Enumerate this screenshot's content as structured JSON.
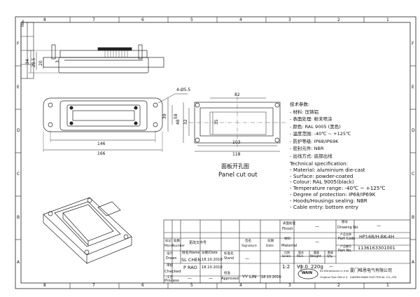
{
  "border": {
    "top_columns": [
      "8",
      "7",
      "6",
      "5",
      "4",
      "3",
      "2",
      "1"
    ],
    "bottom_columns": [
      "8",
      "7",
      "6",
      "5",
      "4",
      "3",
      "2",
      "1"
    ],
    "left_rows": [
      "F",
      "E",
      "D",
      "C",
      "B",
      "A"
    ],
    "right_rows": [
      "F",
      "E",
      "D",
      "C",
      "B",
      "A"
    ],
    "corner_label": "Rev."
  },
  "views": {
    "side_dims": [
      "34",
      "28.5",
      "20",
      "3"
    ],
    "top_dims": {
      "hole_callout": "4-Ø5.5",
      "overall_length": "166",
      "hole_pitch": "146",
      "width_outer": "58",
      "width_inner": "39"
    },
    "cutout_dims": {
      "top": "82",
      "left_outer": "48",
      "left_inner": "32",
      "inner_height": "35",
      "bottom_inner": "103",
      "bottom_outer": "118"
    },
    "cutout_caption_zh": "面板开孔图",
    "cutout_caption_en": "Panel cut out"
  },
  "notes": {
    "zh_title": "技术参数:",
    "zh_lines": [
      "- 材料: 压铸铝",
      "- 表面处理: 粉末喷涂",
      "- 颜色: RAL 9005 (黑色)",
      "- 温度范围: -40℃ ~ +125℃",
      "- 防护等级: IP68/IP69K",
      "- 密封元件: NBR",
      "- 出线方式: 底部出线"
    ],
    "en_title": "Technical specification:",
    "en_lines": [
      "- Material: aluminium die-cast",
      "- Surface: powder-coated",
      "- Colour: RAL 9005(black)",
      "- Temperature range: -40℃ ~ +125℃",
      "- Degree of protection: IP68/IP69K",
      "- Hoods/Housings sealing: NBR",
      "- Cable entry: bottom entry"
    ]
  },
  "title_block": {
    "finish_zh": "表面处理",
    "finish_en": "Finish",
    "finish_value": "—",
    "material_zh": "材料",
    "material_en": "Material",
    "material_value": "—",
    "drawing_no_zh": "图号",
    "drawing_no_en": "Drawing No.",
    "drawing_no_value": "—",
    "part_code_zh": "产品名称",
    "part_code_en": "Part Code",
    "part_code_value": "HP16B/H-BK-4H",
    "part_no_zh": "产品编号",
    "part_no_en": "Part No.",
    "part_no_value": "1136163301001",
    "scale_zh": "比例",
    "scale_en": "Scale",
    "scale_value": "1:2",
    "rev_zh": "版本",
    "rev_en": "REV.",
    "rev_value": "V1.0",
    "weight_zh": "重量",
    "weight_en": "Weight",
    "weight_value": "220g",
    "qty_zh": "数量",
    "qty_en": "Qty.",
    "qty_value": "—",
    "change_headers": {
      "mark_zh": "标记",
      "mark_en": "Mark",
      "number_zh": "处数",
      "number_en": "Number",
      "file_zh": "更改文件号",
      "signature_zh": "签名",
      "signature_en": "Signature",
      "date_zh": "日期",
      "date_en": "Date"
    },
    "name_label_zh": "姓名",
    "name_label_en": "Name",
    "date_label_zh": "日期",
    "date_label_en": "Date",
    "drawn_zh": "设计",
    "drawn_en": "Drawn",
    "drawn_name": "SL CHEN",
    "drawn_date": "18.10.2010",
    "checked_zh": "审核",
    "checked_en": "Checked",
    "checked_name": "P RAO",
    "checked_date": "18.10.2010",
    "process_zh": "工艺",
    "process_en": "Process",
    "process_name": "—",
    "process_date": "—",
    "stand_zh": "标准化",
    "stand_en": "Stand",
    "stand_value": "—",
    "approved_zh": "批准",
    "approved_en": "Approved",
    "approved_name": "YY LIN",
    "approved_date": "18.10.2010",
    "dims_note_1": "All Dimensions in mm",
    "dims_note_2": "Original Size DIN A 4",
    "company_zh": "厦门唯恩电气有限公司",
    "company_en": "XIAMEN WAIN ELECTRICAL CO.,LTD.",
    "logo_text": "WAIN"
  }
}
